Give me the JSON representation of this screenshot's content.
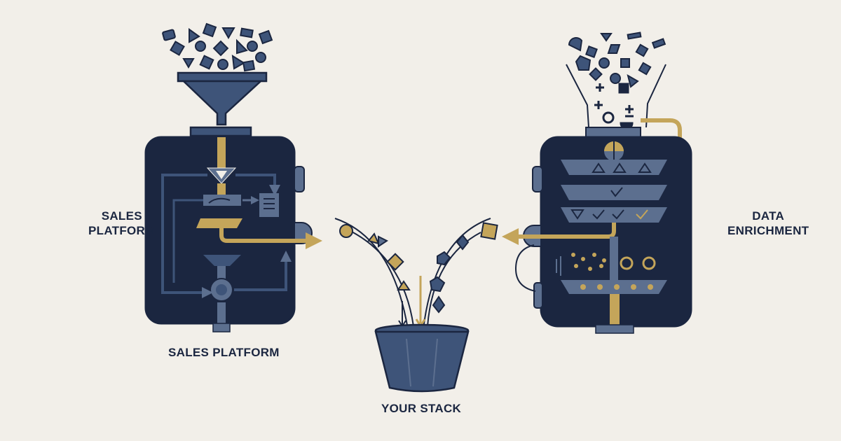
{
  "labels": {
    "sales_platform_line1": "SALES",
    "sales_platform_line2": "PLATFORM",
    "sales_platform_bottom": "SALES PLATFORM",
    "data_enrichment_line1": "DATA",
    "data_enrichment_line2": "ENRICHMENT",
    "your_stack": "YOUR STACK"
  },
  "colors": {
    "background": "#f2efe9",
    "navy": "#1b2640",
    "steel_blue": "#3e5479",
    "slate": "#5c6f8f",
    "gold": "#c4a55a",
    "outline": "#1b2640"
  },
  "icons": {
    "left_machine": "processing-machine-icon",
    "right_machine": "filter-stack-machine-icon",
    "bucket": "bucket-icon",
    "funnel": "funnel-icon"
  }
}
